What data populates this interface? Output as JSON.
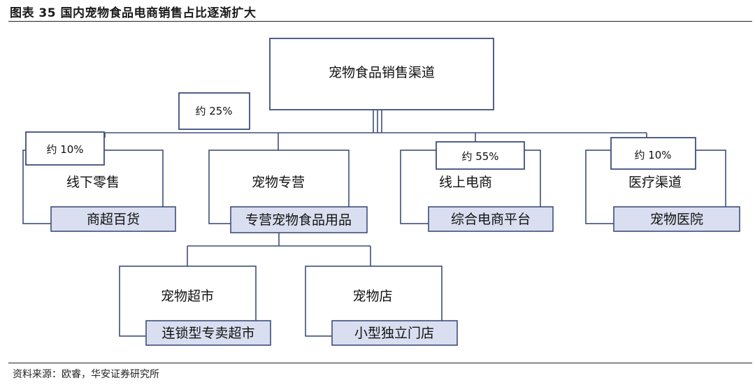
{
  "header": {
    "title": "图表 35  国内宠物食品电商销售占比逐渐扩大"
  },
  "footer": {
    "source": "资料来源：欧睿，华安证券研究所"
  },
  "diagram": {
    "root": "宠物食品销售渠道",
    "root_share": "约 25%",
    "channels": [
      {
        "label": "线下零售",
        "share": "约 10%",
        "sub": "商超百货"
      },
      {
        "label": "宠物专营",
        "share": "",
        "sub": "专营宠物食品用品"
      },
      {
        "label": "线上电商",
        "share": "约 55%",
        "sub": "综合电商平台"
      },
      {
        "label": "医疗渠道",
        "share": "约 10%",
        "sub": "宠物医院"
      }
    ],
    "specialty_children": [
      {
        "label": "宠物超市",
        "sub": "连锁型专卖超市"
      },
      {
        "label": "宠物店",
        "sub": "小型独立门店"
      }
    ]
  }
}
